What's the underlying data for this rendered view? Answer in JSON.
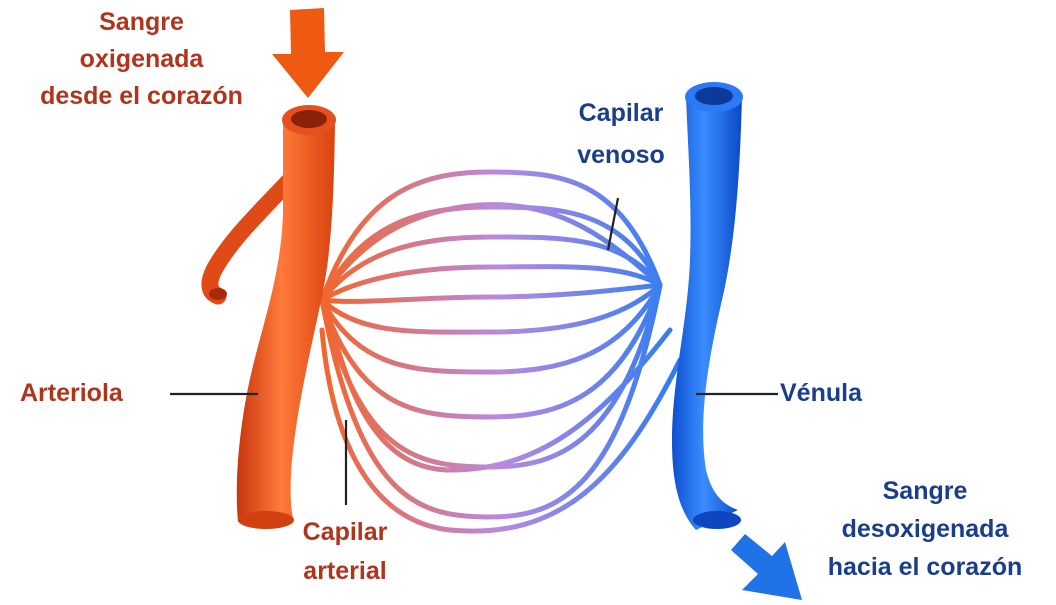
{
  "colors": {
    "arterial_label": "#b0341c",
    "venous_label": "#1a3e8a",
    "arterial_vessel": "#f05a22",
    "venous_vessel": "#1e6ff0",
    "capillary_mid": "#b98ae0"
  },
  "labels": {
    "oxygenated": [
      "Sangre",
      "oxigenada",
      "desde el corazón"
    ],
    "venous_capillary": [
      "Capilar",
      "venoso"
    ],
    "arteriole": "Arteriola",
    "venule": "Vénula",
    "arterial_capillary": [
      "Capilar",
      "arterial"
    ],
    "deoxygenated": [
      "Sangre",
      "desoxigenada",
      "hacia el corazón"
    ]
  },
  "icons": {
    "inflow_arrow": "arrow-down-icon",
    "outflow_arrow": "arrow-down-right-icon"
  }
}
